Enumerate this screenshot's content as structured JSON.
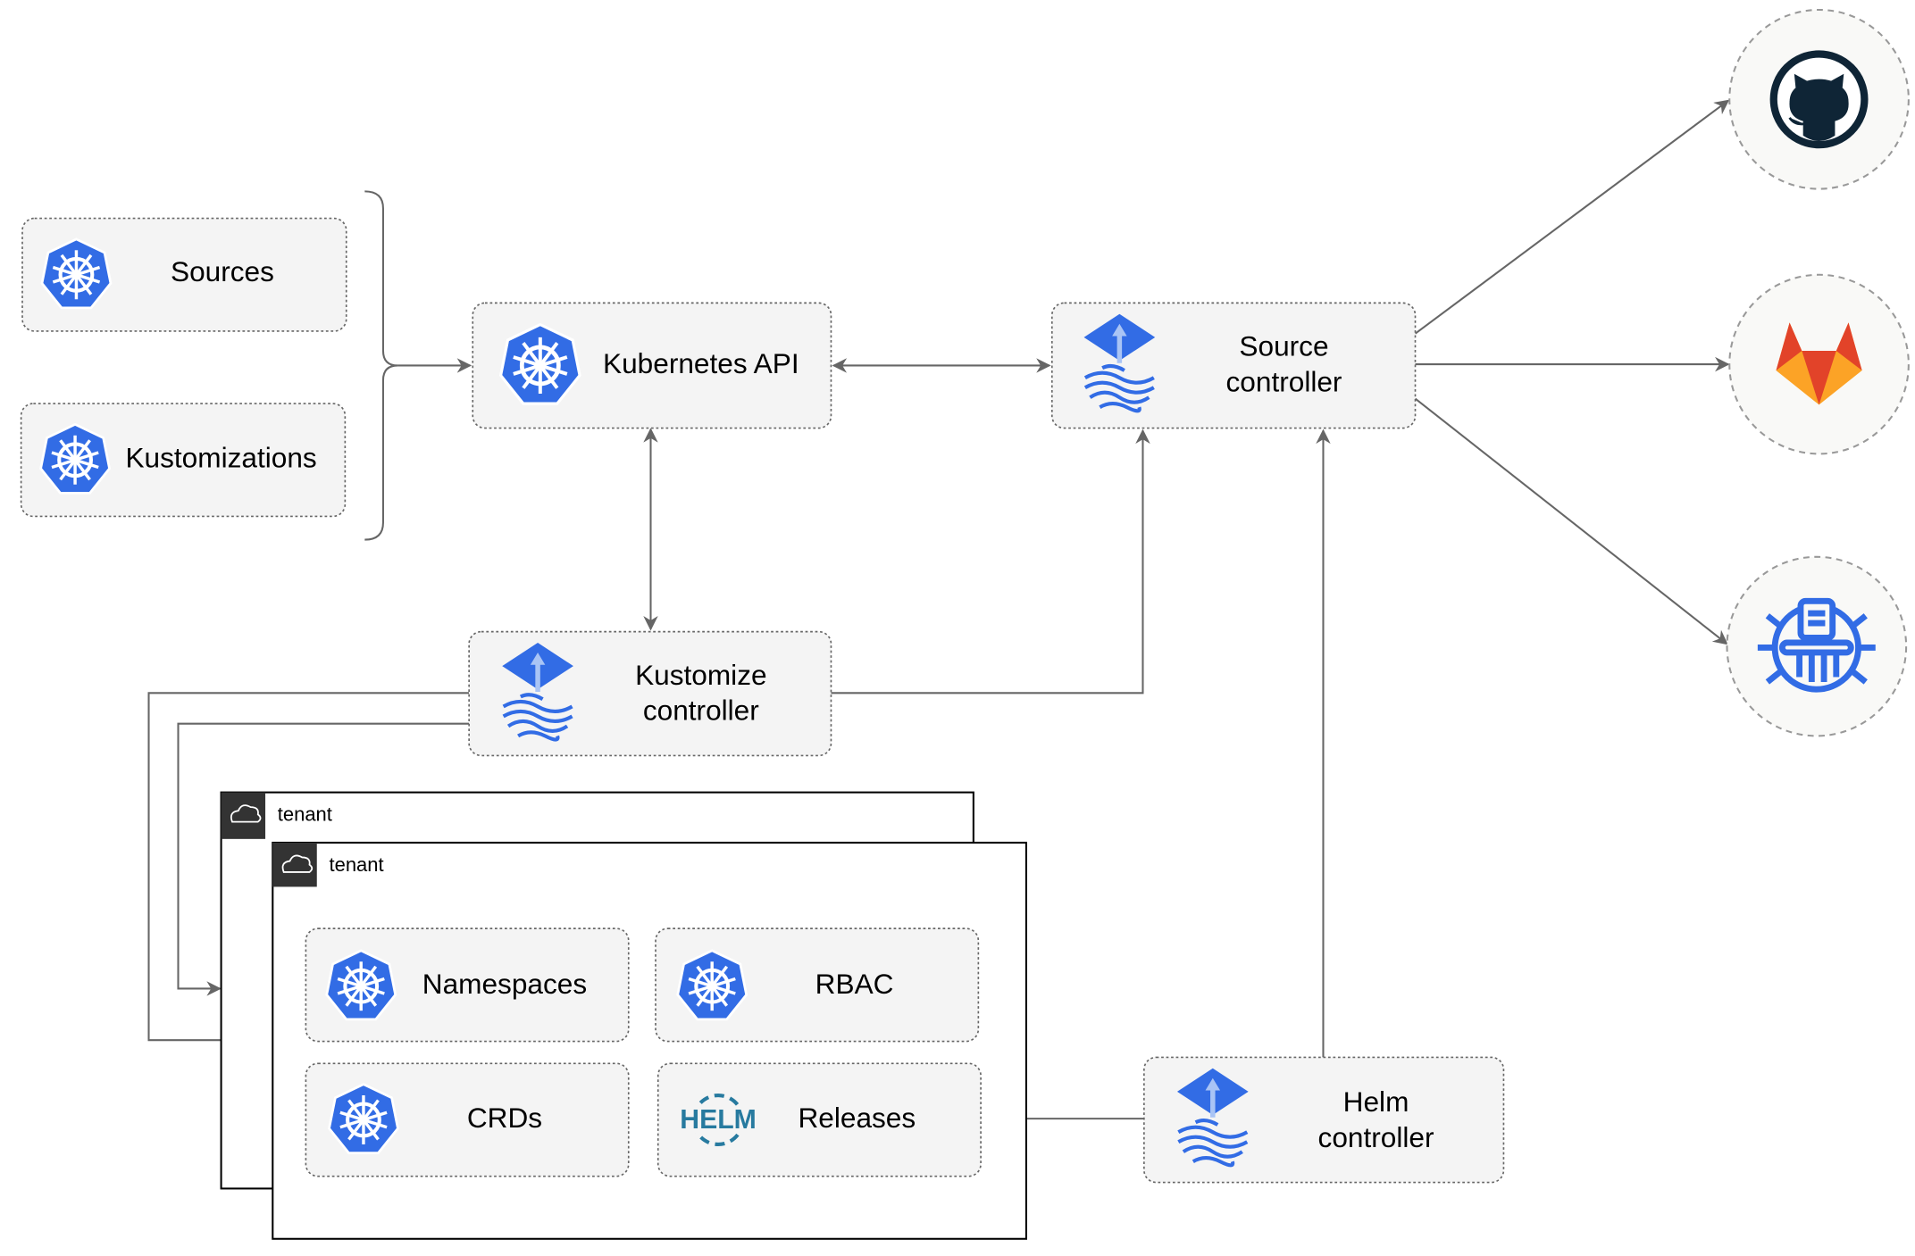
{
  "nodes": {
    "sources": "Sources",
    "kustomizations": "Kustomizations",
    "kubernetes_api": "Kubernetes API",
    "source_controller": [
      "Source",
      "controller"
    ],
    "kustomize_controller": [
      "Kustomize",
      "controller"
    ],
    "helm_controller": [
      "Helm",
      "controller"
    ],
    "namespaces": "Namespaces",
    "rbac": "RBAC",
    "crds": "CRDs",
    "releases": "Releases",
    "helm_logo": "HELM"
  },
  "tenants": [
    "tenant",
    "tenant"
  ],
  "external_sources": [
    {
      "name": "github",
      "icon": "github-icon"
    },
    {
      "name": "gitlab",
      "icon": "gitlab-icon"
    },
    {
      "name": "bucket",
      "icon": "bucket-icon"
    }
  ],
  "colors": {
    "k8s": "#326ce5",
    "edge": "#666666",
    "tenant_header": "#333333",
    "gitlab": "#e24329",
    "github": "#0f2536",
    "helm": "#277a9f"
  }
}
